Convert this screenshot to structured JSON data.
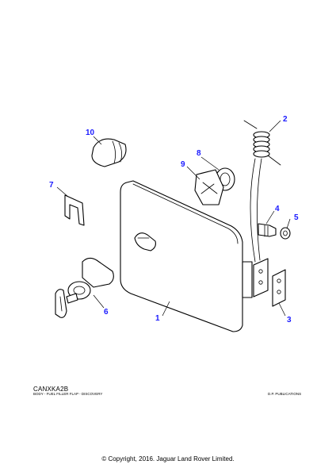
{
  "diagram": {
    "callouts": [
      {
        "id": "1",
        "label": "1"
      },
      {
        "id": "2",
        "label": "2"
      },
      {
        "id": "3",
        "label": "3"
      },
      {
        "id": "4",
        "label": "4"
      },
      {
        "id": "5",
        "label": "5"
      },
      {
        "id": "6",
        "label": "6"
      },
      {
        "id": "7",
        "label": "7"
      },
      {
        "id": "8",
        "label": "8"
      },
      {
        "id": "9",
        "label": "9"
      },
      {
        "id": "10",
        "label": "10"
      }
    ]
  },
  "footer": {
    "ref_code": "CANXKA2B",
    "description": "BODY - FUEL FILLER FLAP - DISCOVERY",
    "publisher": "D.P. PUBLICATIONS",
    "copyright": "© Copyright, 2016. Jaguar Land Rover Limited."
  },
  "colors": {
    "callout": "#1a1aff",
    "line": "#000000",
    "background": "#ffffff"
  }
}
